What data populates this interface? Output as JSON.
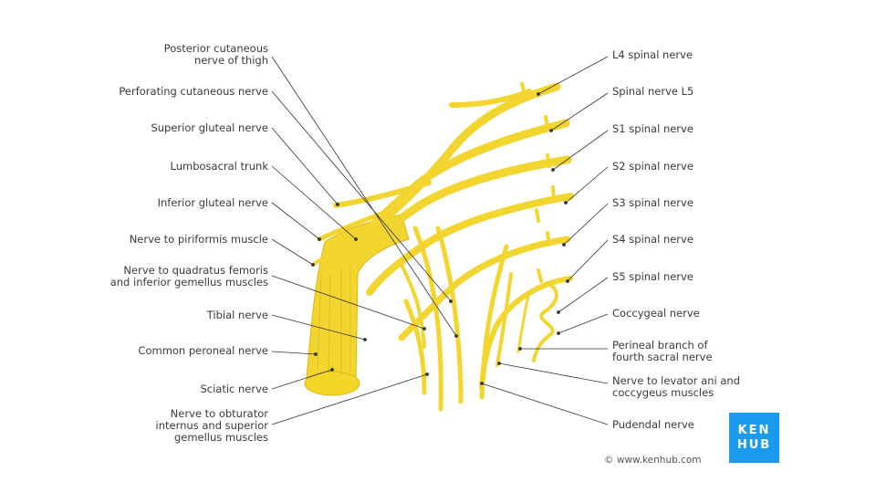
{
  "colors": {
    "nerve": "#f2d52f",
    "nerve_dark": "#d9b81c",
    "leader": "#333333",
    "logo_bg": "#1b9bf0"
  },
  "labels_left": [
    {
      "id": "posterior-cutaneous",
      "lines": [
        "Posterior cutaneous",
        "nerve of thigh"
      ]
    },
    {
      "id": "perforating-cutaneous",
      "lines": [
        "Perforating cutaneous nerve"
      ]
    },
    {
      "id": "superior-gluteal",
      "lines": [
        "Superior gluteal nerve"
      ]
    },
    {
      "id": "lumbosacral-trunk",
      "lines": [
        "Lumbosacral trunk"
      ]
    },
    {
      "id": "inferior-gluteal",
      "lines": [
        "Inferior gluteal nerve"
      ]
    },
    {
      "id": "nerve-to-piriformis",
      "lines": [
        "Nerve to piriformis muscle"
      ]
    },
    {
      "id": "nerve-to-quadratus",
      "lines": [
        "Nerve to quadratus femoris",
        "and inferior gemellus muscles"
      ]
    },
    {
      "id": "tibial",
      "lines": [
        "Tibial nerve"
      ]
    },
    {
      "id": "common-peroneal",
      "lines": [
        "Common peroneal nerve"
      ]
    },
    {
      "id": "sciatic",
      "lines": [
        "Sciatic nerve"
      ]
    },
    {
      "id": "nerve-to-obturator",
      "lines": [
        "Nerve to obturator",
        "internus and superior",
        "gemellus muscles"
      ]
    }
  ],
  "labels_right": [
    {
      "id": "l4",
      "lines": [
        "L4 spinal nerve"
      ]
    },
    {
      "id": "l5",
      "lines": [
        "Spinal nerve L5"
      ]
    },
    {
      "id": "s1",
      "lines": [
        "S1 spinal nerve"
      ]
    },
    {
      "id": "s2",
      "lines": [
        "S2 spinal nerve"
      ]
    },
    {
      "id": "s3",
      "lines": [
        "S3 spinal nerve"
      ]
    },
    {
      "id": "s4",
      "lines": [
        "S4 spinal nerve"
      ]
    },
    {
      "id": "s5",
      "lines": [
        "S5 spinal nerve"
      ]
    },
    {
      "id": "coccygeal",
      "lines": [
        "Coccygeal nerve"
      ]
    },
    {
      "id": "perineal-branch",
      "lines": [
        "Perineal branch of",
        "fourth sacral nerve"
      ]
    },
    {
      "id": "levator-ani",
      "lines": [
        "Nerve to levator ani and",
        "coccygeus muscles"
      ]
    },
    {
      "id": "pudendal",
      "lines": [
        "Pudendal nerve"
      ]
    }
  ],
  "logo": {
    "line1": "KEN",
    "line2": "HUB"
  },
  "copyright": "© www.kenhub.com"
}
